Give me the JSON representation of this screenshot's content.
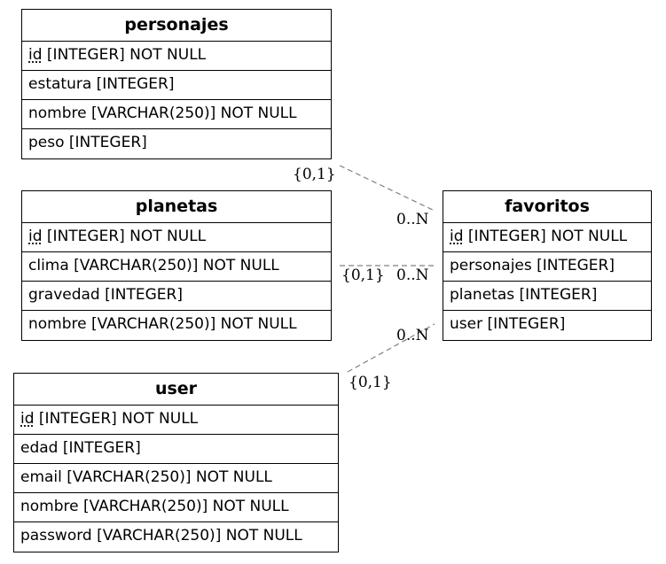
{
  "entities": {
    "personajes": {
      "title": "personajes",
      "attrs": [
        {
          "pk": "id",
          "rest": " [INTEGER] NOT NULL"
        },
        {
          "text": "estatura [INTEGER]"
        },
        {
          "text": "nombre [VARCHAR(250)] NOT NULL"
        },
        {
          "text": "peso [INTEGER]"
        }
      ]
    },
    "planetas": {
      "title": "planetas",
      "attrs": [
        {
          "pk": "id",
          "rest": " [INTEGER] NOT NULL"
        },
        {
          "text": "clima [VARCHAR(250)] NOT NULL"
        },
        {
          "text": "gravedad [INTEGER]"
        },
        {
          "text": "nombre [VARCHAR(250)] NOT NULL"
        }
      ]
    },
    "user": {
      "title": "user",
      "attrs": [
        {
          "pk": "id",
          "rest": " [INTEGER] NOT NULL"
        },
        {
          "text": "edad [INTEGER]"
        },
        {
          "text": "email [VARCHAR(250)] NOT NULL"
        },
        {
          "text": "nombre [VARCHAR(250)] NOT NULL"
        },
        {
          "text": "password [VARCHAR(250)] NOT NULL"
        }
      ]
    },
    "favoritos": {
      "title": "favoritos",
      "attrs": [
        {
          "pk": "id",
          "rest": " [INTEGER] NOT NULL"
        },
        {
          "text": "personajes [INTEGER]"
        },
        {
          "text": "planetas [INTEGER]"
        },
        {
          "text": "user [INTEGER]"
        }
      ]
    }
  },
  "relations": [
    {
      "from": "personajes",
      "to": "favoritos",
      "from_card": "{0,1}",
      "to_card": "0..N"
    },
    {
      "from": "planetas",
      "to": "favoritos",
      "from_card": "{0,1}",
      "to_card": "0..N"
    },
    {
      "from": "user",
      "to": "favoritos",
      "from_card": "{0,1}",
      "to_card": "0..N"
    }
  ],
  "colors": {
    "line": "#808080",
    "border": "#000000",
    "text": "#000000"
  }
}
